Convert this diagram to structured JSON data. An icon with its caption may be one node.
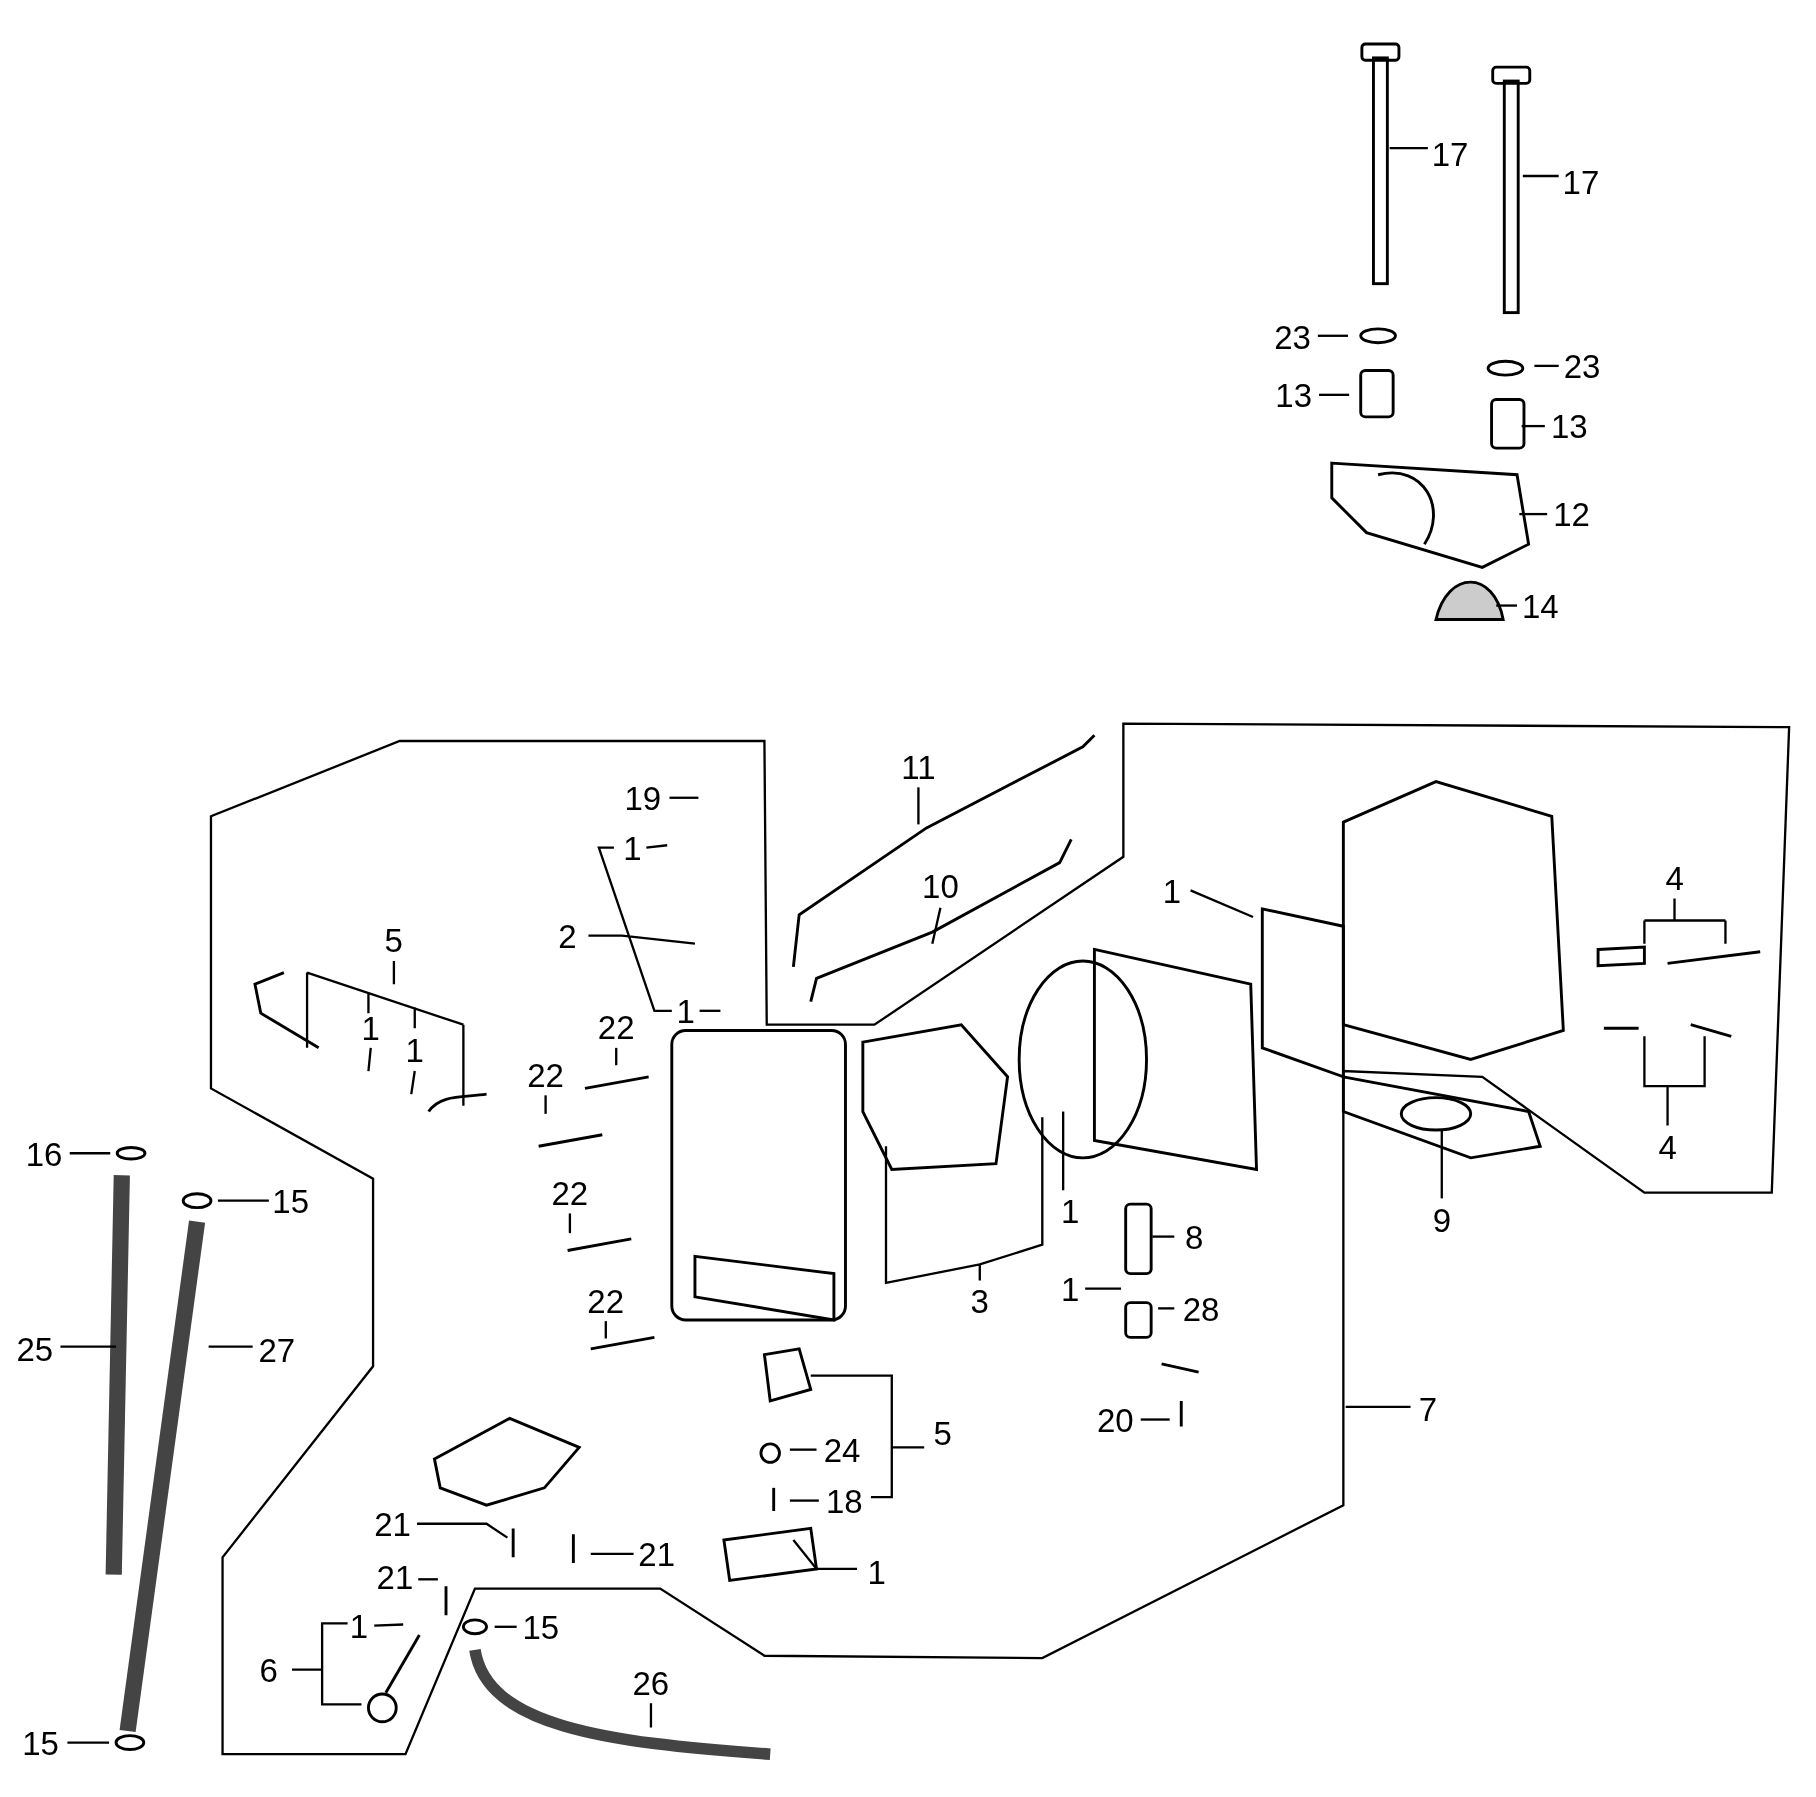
{
  "diagram": {
    "nodes": [
      {
        "text": [
          "17"
        ]
      },
      {
        "text": [
          "17"
        ]
      },
      {
        "text": [
          "23"
        ]
      },
      {
        "text": [
          "23"
        ]
      },
      {
        "text": [
          "13"
        ]
      },
      {
        "text": [
          "13"
        ]
      },
      {
        "text": [
          "12"
        ]
      },
      {
        "text": [
          "14"
        ]
      },
      {
        "text": [
          "11"
        ]
      },
      {
        "text": [
          "10"
        ]
      },
      {
        "text": [
          "19"
        ]
      },
      {
        "text": [
          "1"
        ]
      },
      {
        "text": [
          "2"
        ]
      },
      {
        "text": [
          "1"
        ]
      },
      {
        "text": [
          "5"
        ]
      },
      {
        "text": [
          "1"
        ]
      },
      {
        "text": [
          "1"
        ]
      },
      {
        "text": [
          "22"
        ]
      },
      {
        "text": [
          "22"
        ]
      },
      {
        "text": [
          "22"
        ]
      },
      {
        "text": [
          "22"
        ]
      },
      {
        "text": [
          "16"
        ]
      },
      {
        "text": [
          "15"
        ]
      },
      {
        "text": [
          "25"
        ]
      },
      {
        "text": [
          "27"
        ]
      },
      {
        "text": [
          "3"
        ]
      },
      {
        "text": [
          "1"
        ]
      },
      {
        "text": [
          "1"
        ]
      },
      {
        "text": [
          "4"
        ]
      },
      {
        "text": [
          "4"
        ]
      },
      {
        "text": [
          "9"
        ]
      },
      {
        "text": [
          "8"
        ]
      },
      {
        "text": [
          "1"
        ]
      },
      {
        "text": [
          "28"
        ]
      },
      {
        "text": [
          "20"
        ]
      },
      {
        "text": [
          "7"
        ]
      },
      {
        "text": [
          "5"
        ]
      },
      {
        "text": [
          "24"
        ]
      },
      {
        "text": [
          "18"
        ]
      },
      {
        "text": [
          "1"
        ]
      },
      {
        "text": [
          "21"
        ]
      },
      {
        "text": [
          "21"
        ]
      },
      {
        "text": [
          "21"
        ]
      },
      {
        "text": [
          "1"
        ]
      },
      {
        "text": [
          "6"
        ]
      },
      {
        "text": [
          "15"
        ]
      },
      {
        "text": [
          "26"
        ]
      },
      {
        "text": [
          "15"
        ]
      }
    ],
    "edges": [
      {
        "from": 0,
        "to": null,
        "arrow": "none"
      },
      {
        "from": 1,
        "to": null,
        "arrow": "none"
      },
      {
        "from": 2,
        "to": null,
        "arrow": "none"
      },
      {
        "from": 3,
        "to": null,
        "arrow": "none"
      },
      {
        "from": 4,
        "to": null,
        "arrow": "none"
      },
      {
        "from": 5,
        "to": null,
        "arrow": "none"
      },
      {
        "from": 6,
        "to": null,
        "arrow": "none"
      },
      {
        "from": 7,
        "to": null,
        "arrow": "none"
      },
      {
        "from": 8,
        "to": null,
        "arrow": "none"
      },
      {
        "from": 9,
        "to": null,
        "arrow": "none"
      },
      {
        "from": 10,
        "to": null,
        "arrow": "none"
      },
      {
        "from": 11,
        "to": null,
        "arrow": "none"
      },
      {
        "from": 12,
        "to": null,
        "arrow": "none"
      },
      {
        "from": 13,
        "to": null,
        "arrow": "none"
      },
      {
        "from": 14,
        "to": null,
        "arrow": "none"
      },
      {
        "from": 15,
        "to": null,
        "arrow": "none"
      },
      {
        "from": 16,
        "to": null,
        "arrow": "none"
      },
      {
        "from": 17,
        "to": null,
        "arrow": "none"
      },
      {
        "from": 18,
        "to": null,
        "arrow": "none"
      },
      {
        "from": 19,
        "to": null,
        "arrow": "none"
      },
      {
        "from": 20,
        "to": null,
        "arrow": "none"
      },
      {
        "from": 21,
        "to": null,
        "arrow": "none"
      },
      {
        "from": 22,
        "to": null,
        "arrow": "none"
      },
      {
        "from": 23,
        "to": null,
        "arrow": "none"
      },
      {
        "from": 24,
        "to": null,
        "arrow": "none"
      },
      {
        "from": 25,
        "to": null,
        "arrow": "none"
      },
      {
        "from": 26,
        "to": null,
        "arrow": "none"
      },
      {
        "from": 27,
        "to": null,
        "arrow": "none"
      },
      {
        "from": 28,
        "to": null,
        "arrow": "none"
      },
      {
        "from": 29,
        "to": null,
        "arrow": "none"
      },
      {
        "from": 30,
        "to": null,
        "arrow": "none"
      },
      {
        "from": 31,
        "to": null,
        "arrow": "none"
      },
      {
        "from": 32,
        "to": null,
        "arrow": "none"
      },
      {
        "from": 33,
        "to": null,
        "arrow": "none"
      },
      {
        "from": 34,
        "to": null,
        "arrow": "none"
      },
      {
        "from": 35,
        "to": null,
        "arrow": "none"
      },
      {
        "from": 36,
        "to": null,
        "arrow": "none"
      },
      {
        "from": 37,
        "to": null,
        "arrow": "none"
      },
      {
        "from": 38,
        "to": null,
        "arrow": "none"
      },
      {
        "from": 39,
        "to": null,
        "arrow": "none"
      },
      {
        "from": 40,
        "to": null,
        "arrow": "none"
      },
      {
        "from": 41,
        "to": null,
        "arrow": "none"
      },
      {
        "from": 42,
        "to": null,
        "arrow": "none"
      },
      {
        "from": 43,
        "to": null,
        "arrow": "none"
      },
      {
        "from": 44,
        "to": null,
        "arrow": "none"
      },
      {
        "from": 45,
        "to": null,
        "arrow": "none"
      },
      {
        "from": 46,
        "to": null,
        "arrow": "none"
      },
      {
        "from": 47,
        "to": null,
        "arrow": "none"
      }
    ]
  }
}
